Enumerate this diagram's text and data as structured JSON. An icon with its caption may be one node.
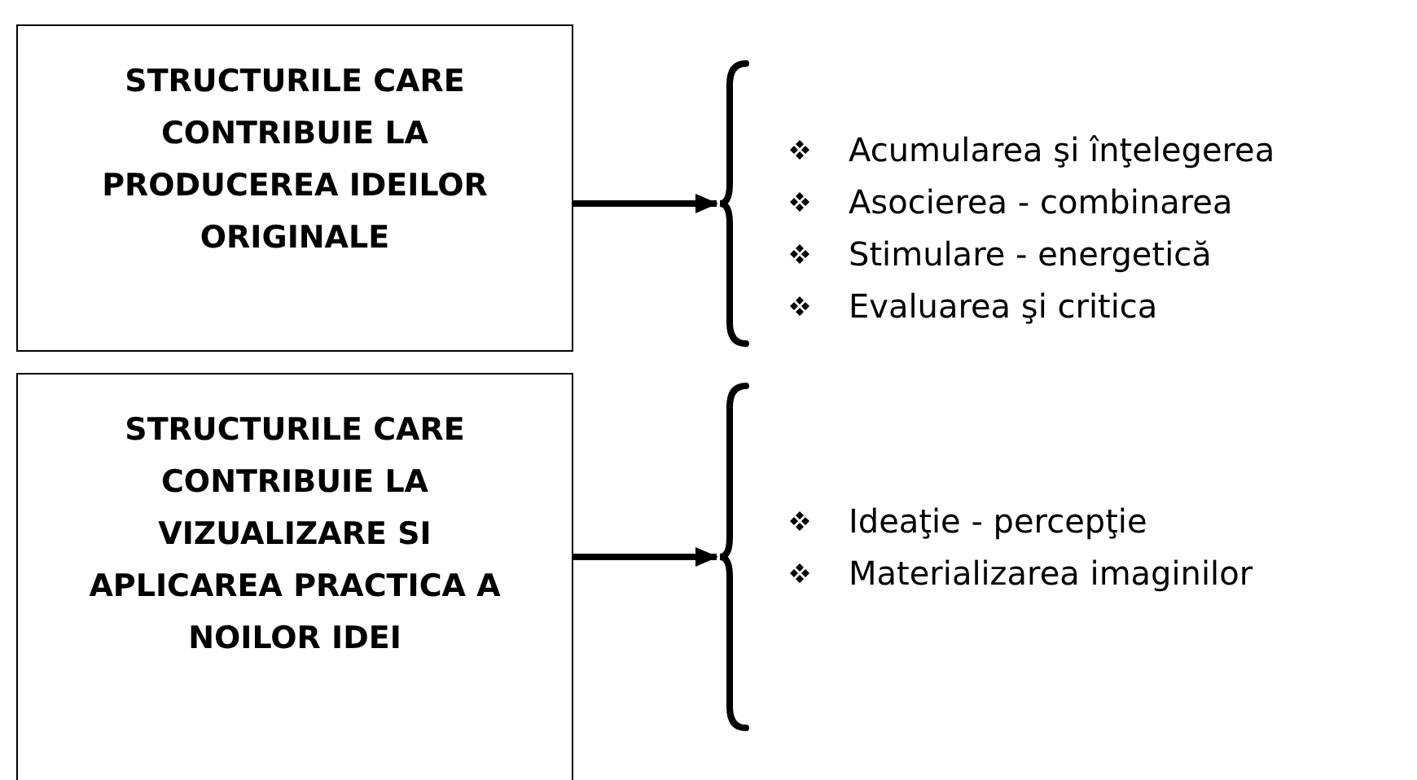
{
  "diagram": {
    "nodes": [
      {
        "text": [
          "STRUCTURILE CARE CONTRIBUIE LA PRODUCEREA IDEILOR ORIGINALE"
        ]
      },
      {
        "text": [
          "Acumularea şi înţelegerea",
          "Asocierea - combinarea",
          "Stimulare - energetică",
          "Evaluarea şi critica"
        ]
      },
      {
        "text": [
          "STRUCTURILE CARE CONTRIBUIE LA VIZUALIZARE SI APLICAREA PRACTICA A NOILOR IDEI"
        ]
      },
      {
        "text": [
          "Ideaţie - percepţie",
          "Materializarea imaginilor"
        ]
      }
    ],
    "edges": [
      {
        "from": 0,
        "to": 1,
        "arrow": "to"
      },
      {
        "from": 2,
        "to": 3,
        "arrow": "to"
      }
    ]
  }
}
